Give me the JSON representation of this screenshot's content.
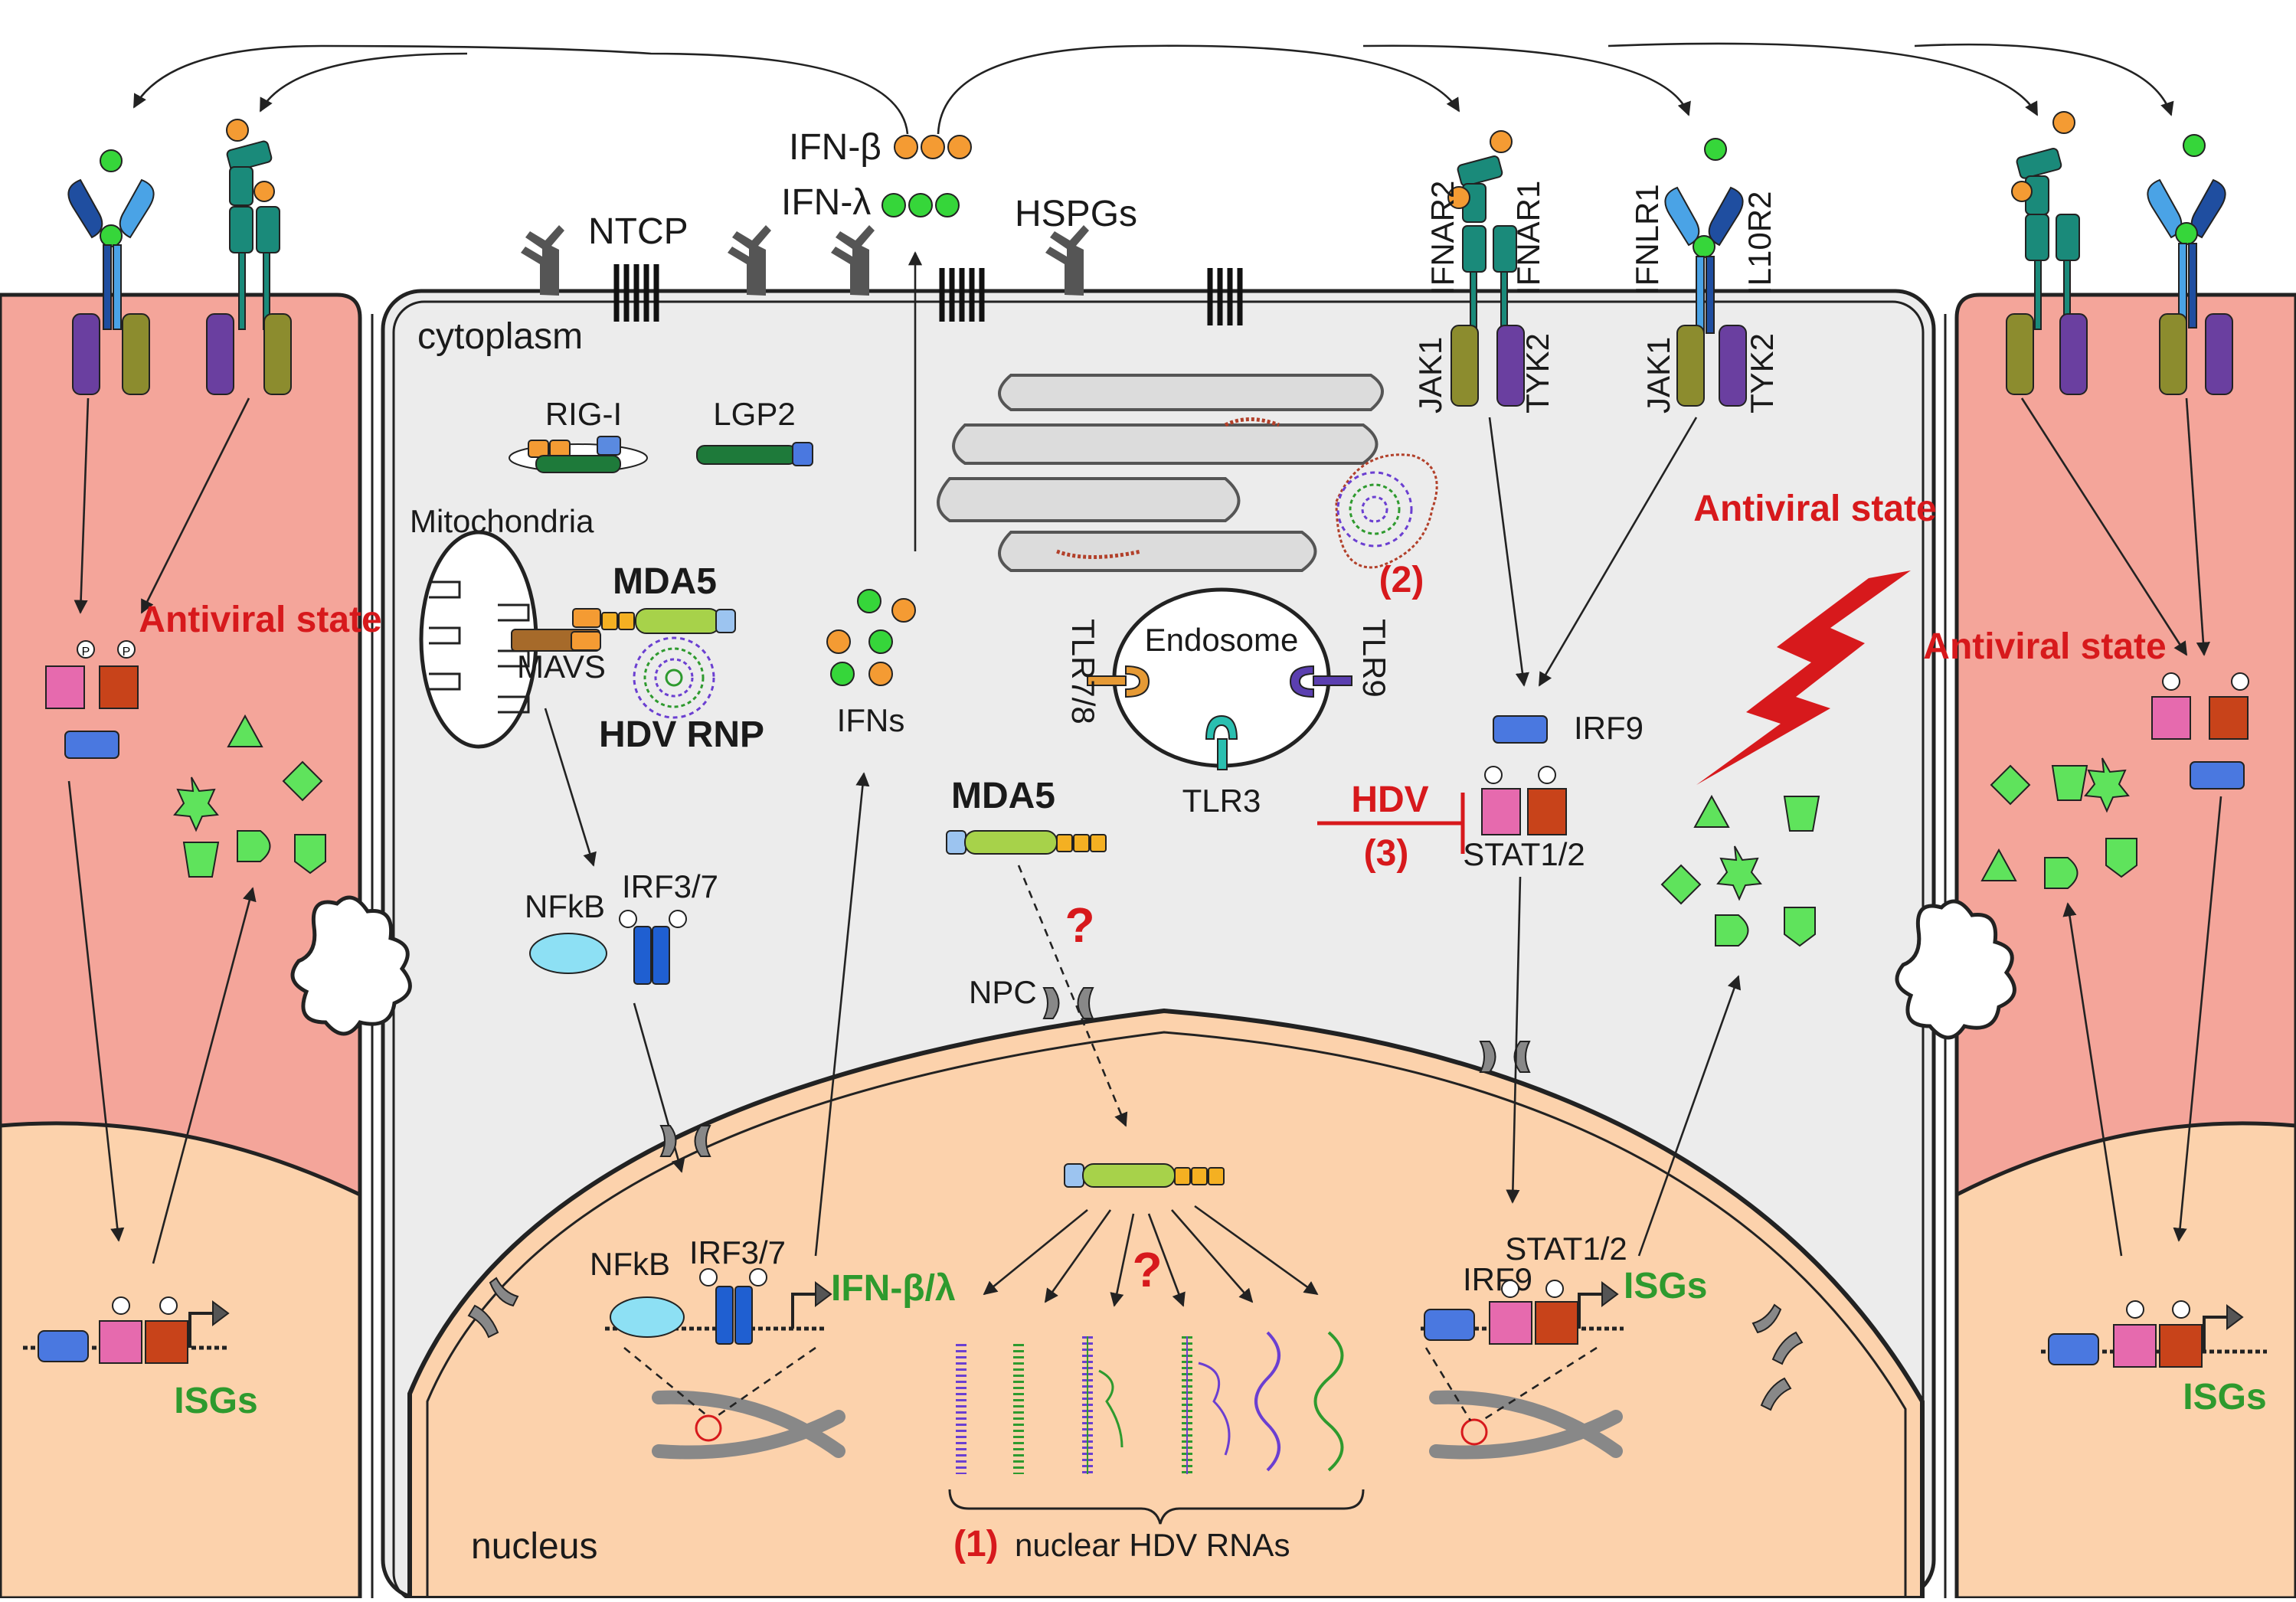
{
  "colors": {
    "neighbor_cytoplasm": "#f4a59a",
    "nucleus": "#fcd2ac",
    "center_cytoplasm": "#ececec",
    "antiviral_red": "#d7191c",
    "isg_green": "#2e9a2e",
    "ifn_beta": "#f49b33",
    "ifn_lambda": "#36d63a",
    "shape_green": "#5fe35c"
  },
  "labels": {
    "ntcp": "NTCP",
    "hspgs": "HSPGs",
    "ifn_beta": "IFN-β",
    "ifn_lambda": "IFN-λ",
    "cytoplasm": "cytoplasm",
    "nucleus": "nucleus",
    "rig_i": "RIG-I",
    "lgp2": "LGP2",
    "mitochondria": "Mitochondria",
    "mda5_top": "MDA5",
    "mavs": "MAVS",
    "hdv_rnp": "HDV RNP",
    "nfkb_cyto": "NFkB",
    "irf37_cyto": "IRF3/7",
    "ifns": "IFNs",
    "golgi_mark": "(2)",
    "endosome": "Endosome",
    "tlr78": "TLR7/8",
    "tlr9": "TLR9",
    "tlr3": "TLR3",
    "mda5_mid": "MDA5",
    "question": "?",
    "npc": "NPC",
    "nfkb_nuc": "NFkB",
    "irf37_nuc": "IRF3/7",
    "ifn_bl": "IFN-β/λ",
    "ifnar2": "IFNAR2",
    "ifnar1": "IFNAR1",
    "ifnlr1": "IFNLR1",
    "il10r2": "IL10R2",
    "jak1": "JAK1",
    "tyk2": "TYK2",
    "irf9_cyto": "IRF9",
    "hdv": "HDV",
    "block_mark": "(3)",
    "stat12_cyto": "STAT1/2",
    "antiviral_state": "Antiviral state",
    "irf9_nuc": "IRF9",
    "stat12_nuc": "STAT1/2",
    "isgs": "ISGs",
    "nuclear_rna_mark": "(1)",
    "nuclear_rna": "nuclear HDV RNAs",
    "phospho": "P"
  }
}
